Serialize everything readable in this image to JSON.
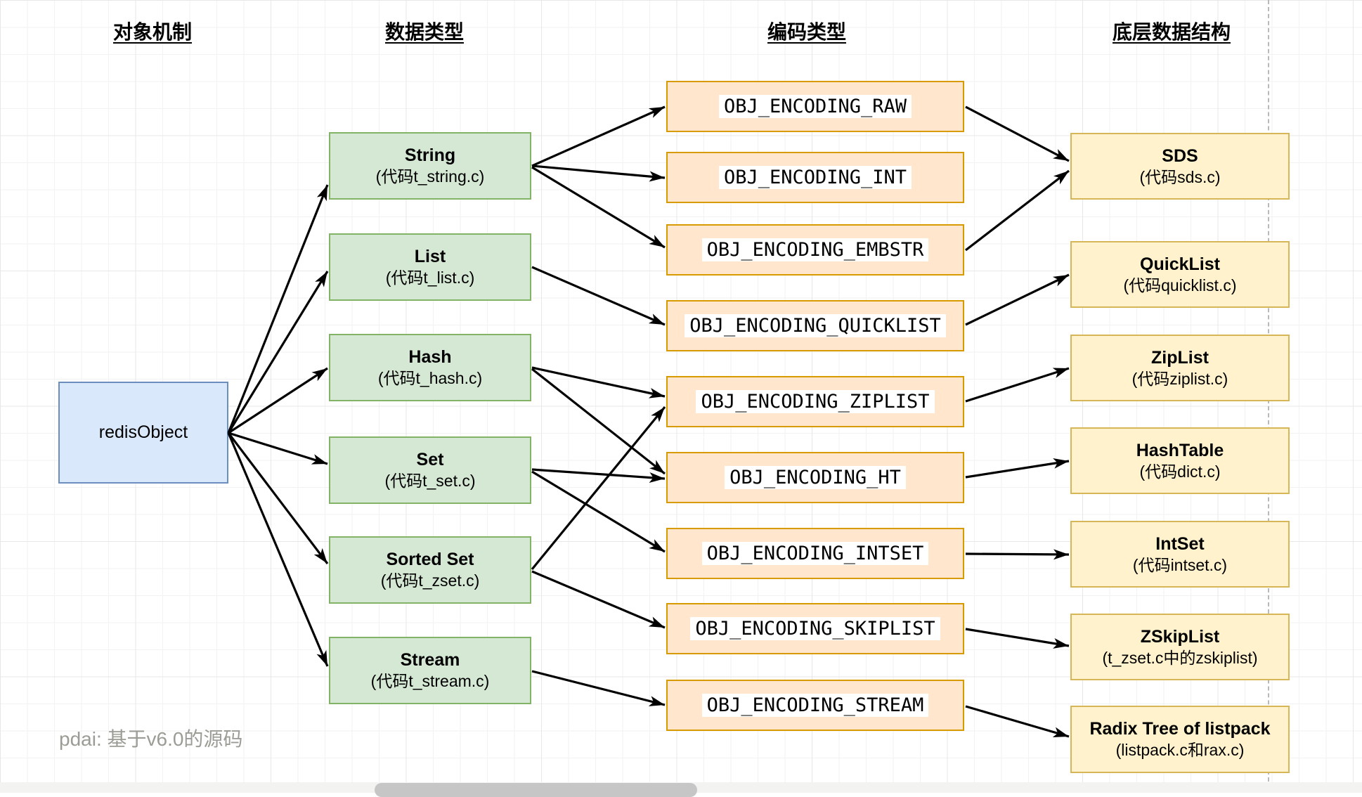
{
  "headers": [
    {
      "label": "对象机制"
    },
    {
      "label": "数据类型"
    },
    {
      "label": "编码类型"
    },
    {
      "label": "底层数据结构"
    }
  ],
  "object_node": {
    "title": "redisObject"
  },
  "data_types": [
    {
      "title": "String",
      "subtitle": "(代码t_string.c)"
    },
    {
      "title": "List",
      "subtitle": "(代码t_list.c)"
    },
    {
      "title": "Hash",
      "subtitle": "(代码t_hash.c)"
    },
    {
      "title": "Set",
      "subtitle": "(代码t_set.c)"
    },
    {
      "title": "Sorted Set",
      "subtitle": "(代码t_zset.c)"
    },
    {
      "title": "Stream",
      "subtitle": "(代码t_stream.c)"
    }
  ],
  "encodings": [
    {
      "label": "OBJ_ENCODING_RAW"
    },
    {
      "label": "OBJ_ENCODING_INT"
    },
    {
      "label": "OBJ_ENCODING_EMBSTR"
    },
    {
      "label": "OBJ_ENCODING_QUICKLIST"
    },
    {
      "label": "OBJ_ENCODING_ZIPLIST"
    },
    {
      "label": "OBJ_ENCODING_HT"
    },
    {
      "label": "OBJ_ENCODING_INTSET"
    },
    {
      "label": "OBJ_ENCODING_SKIPLIST"
    },
    {
      "label": "OBJ_ENCODING_STREAM"
    }
  ],
  "structures": [
    {
      "title": "SDS",
      "subtitle": "(代码sds.c)"
    },
    {
      "title": "QuickList",
      "subtitle": "(代码quicklist.c)"
    },
    {
      "title": "ZipList",
      "subtitle": "(代码ziplist.c)"
    },
    {
      "title": "HashTable",
      "subtitle": "(代码dict.c)"
    },
    {
      "title": "IntSet",
      "subtitle": "(代码intset.c)"
    },
    {
      "title": "ZSkipList",
      "subtitle": "(t_zset.c中的zskiplist)"
    },
    {
      "title": "Radix Tree of listpack",
      "subtitle": "(listpack.c和rax.c)"
    }
  ],
  "edges": [
    {
      "from": "redisObject",
      "to": "String"
    },
    {
      "from": "redisObject",
      "to": "List"
    },
    {
      "from": "redisObject",
      "to": "Hash"
    },
    {
      "from": "redisObject",
      "to": "Set"
    },
    {
      "from": "redisObject",
      "to": "Sorted Set"
    },
    {
      "from": "redisObject",
      "to": "Stream"
    },
    {
      "from": "String",
      "to": "OBJ_ENCODING_RAW"
    },
    {
      "from": "String",
      "to": "OBJ_ENCODING_INT"
    },
    {
      "from": "String",
      "to": "OBJ_ENCODING_EMBSTR"
    },
    {
      "from": "List",
      "to": "OBJ_ENCODING_QUICKLIST"
    },
    {
      "from": "Hash",
      "to": "OBJ_ENCODING_ZIPLIST"
    },
    {
      "from": "Hash",
      "to": "OBJ_ENCODING_HT"
    },
    {
      "from": "Set",
      "to": "OBJ_ENCODING_HT"
    },
    {
      "from": "Set",
      "to": "OBJ_ENCODING_INTSET"
    },
    {
      "from": "Sorted Set",
      "to": "OBJ_ENCODING_ZIPLIST"
    },
    {
      "from": "Sorted Set",
      "to": "OBJ_ENCODING_SKIPLIST"
    },
    {
      "from": "Stream",
      "to": "OBJ_ENCODING_STREAM"
    },
    {
      "from": "OBJ_ENCODING_RAW",
      "to": "SDS"
    },
    {
      "from": "OBJ_ENCODING_EMBSTR",
      "to": "SDS"
    },
    {
      "from": "OBJ_ENCODING_QUICKLIST",
      "to": "QuickList"
    },
    {
      "from": "OBJ_ENCODING_ZIPLIST",
      "to": "ZipList"
    },
    {
      "from": "OBJ_ENCODING_HT",
      "to": "HashTable"
    },
    {
      "from": "OBJ_ENCODING_INTSET",
      "to": "IntSet"
    },
    {
      "from": "OBJ_ENCODING_SKIPLIST",
      "to": "ZSkipList"
    },
    {
      "from": "OBJ_ENCODING_STREAM",
      "to": "Radix Tree of listpack"
    }
  ],
  "footer": {
    "note": "pdai: 基于v6.0的源码"
  },
  "colors": {
    "object_fill": "#dae8fc",
    "object_stroke": "#6c8ebf",
    "type_fill": "#d5e8d4",
    "type_stroke": "#82b366",
    "encoding_fill": "#ffe6cc",
    "encoding_stroke": "#d79b00",
    "structure_fill": "#fff2cc",
    "structure_stroke": "#d6b656",
    "arrow": "#000000"
  }
}
